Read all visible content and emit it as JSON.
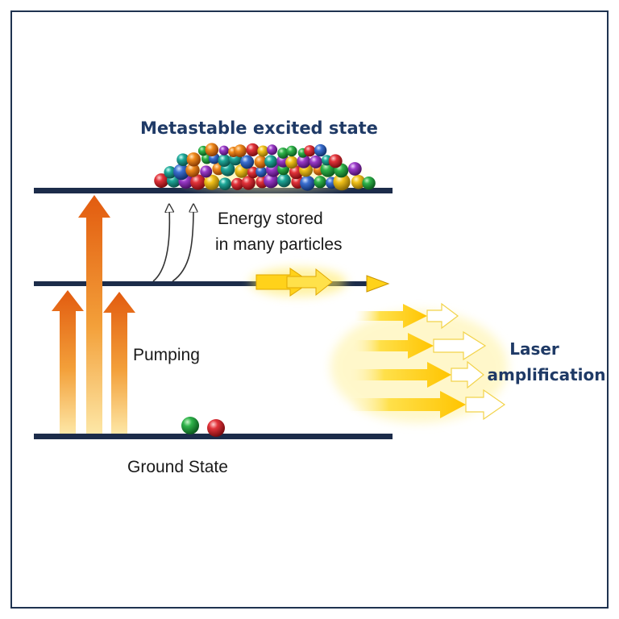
{
  "labels": {
    "metastable": "Metastable excited state",
    "energy_line1": "Energy stored",
    "energy_line2": "in many particles",
    "pumping": "Pumping",
    "ground": "Ground State",
    "laser_line1": "Laser",
    "laser_line2": "amplification"
  },
  "colors": {
    "frame": "#1f3350",
    "level_line": "#1c2c4a",
    "title_text": "#1f3a66",
    "body_text": "#1a1a1a",
    "pump_arrow_top": "#e25b0f",
    "pump_arrow_bottom": "#fde7a6",
    "laser_yellow": "#ffd21a",
    "laser_white": "#ffffff",
    "particle_green": "#1e9a3a",
    "particle_red": "#d8232a"
  },
  "icons": {
    "pump_arrows": "upward-arrow-icon",
    "transition_arrows": "thin-curved-arrow-icon",
    "laser_beams": "glowing-arrow-icon",
    "particles": "sphere-icon"
  }
}
